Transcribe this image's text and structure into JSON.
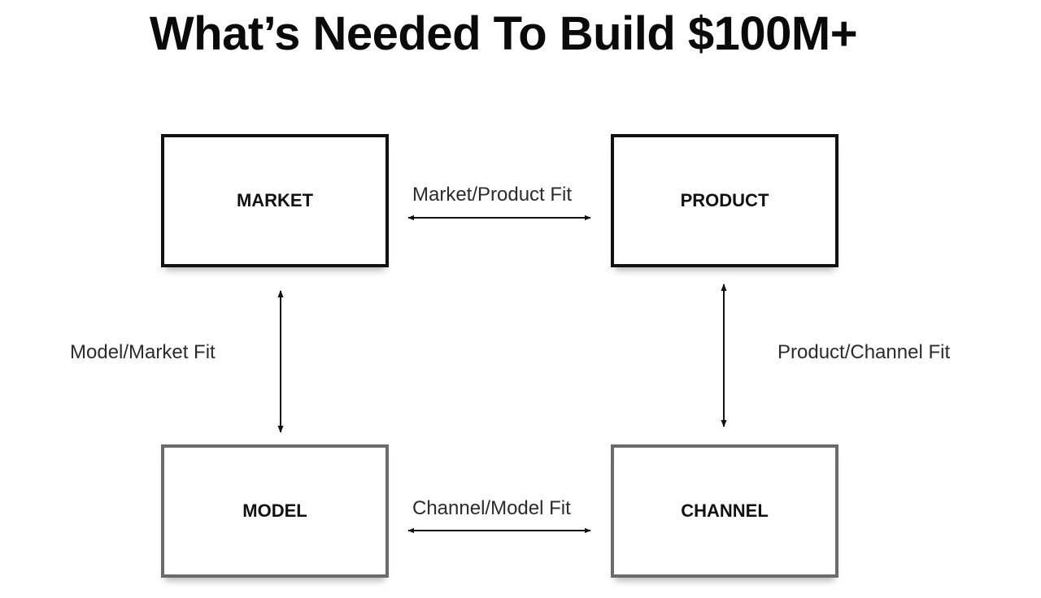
{
  "title": "What’s Needed To Build $100M+",
  "nodes": {
    "market": "MARKET",
    "product": "PRODUCT",
    "model": "MODEL",
    "channel": "CHANNEL"
  },
  "edges": {
    "market_product": "Market/Product Fit",
    "model_market": "Model/Market Fit",
    "product_channel": "Product/Channel Fit",
    "channel_model": "Channel/Model Fit"
  }
}
